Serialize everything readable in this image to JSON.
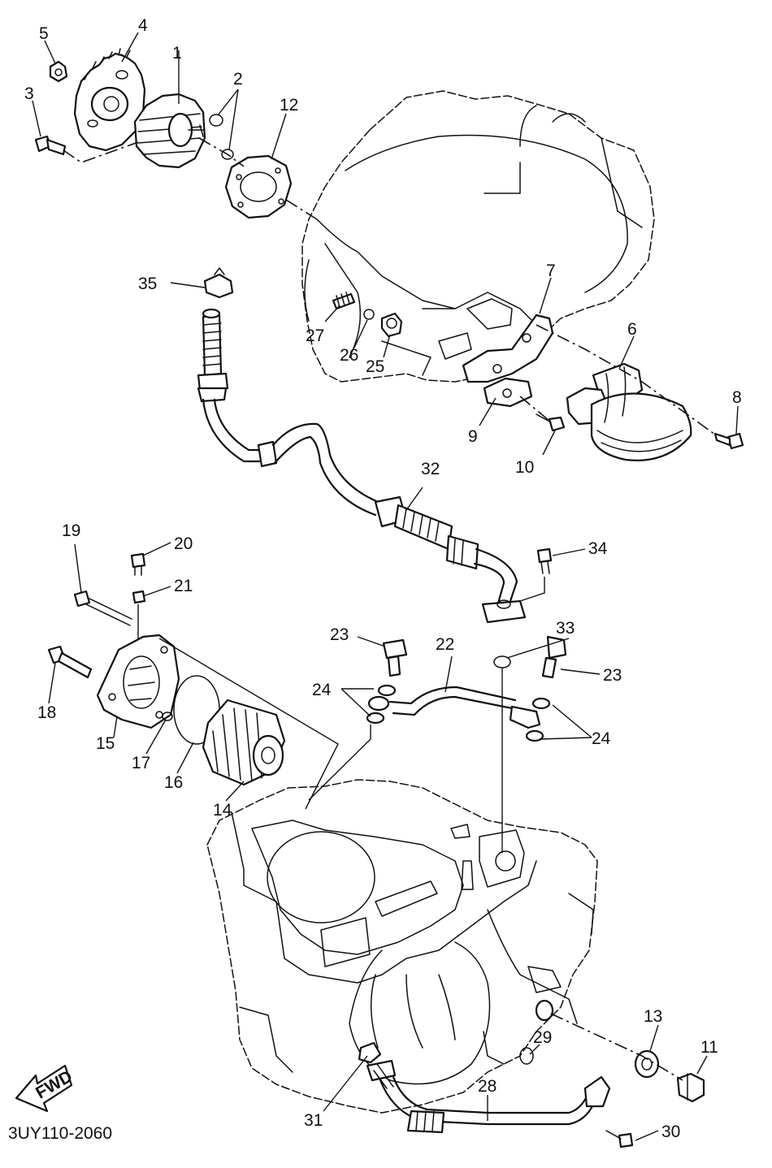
{
  "diagram_code": "3UY110-2060",
  "fwd_label": "FWD",
  "callouts": {
    "c1": "1",
    "c2": "2",
    "c3": "3",
    "c4": "4",
    "c5": "5",
    "c6": "6",
    "c7": "7",
    "c8": "8",
    "c9": "9",
    "c10": "10",
    "c11": "11",
    "c12": "12",
    "c13": "13",
    "c14": "14",
    "c15": "15",
    "c16": "16",
    "c17": "17",
    "c18": "18",
    "c19": "19",
    "c20": "20",
    "c21": "21",
    "c22": "22",
    "c23a": "23",
    "c23b": "23",
    "c24a": "24",
    "c24b": "24",
    "c25": "25",
    "c26": "26",
    "c27": "27",
    "c28": "28",
    "c29": "29",
    "c30": "30",
    "c31": "31",
    "c32": "32",
    "c33": "33",
    "c34": "34",
    "c35": "35"
  }
}
